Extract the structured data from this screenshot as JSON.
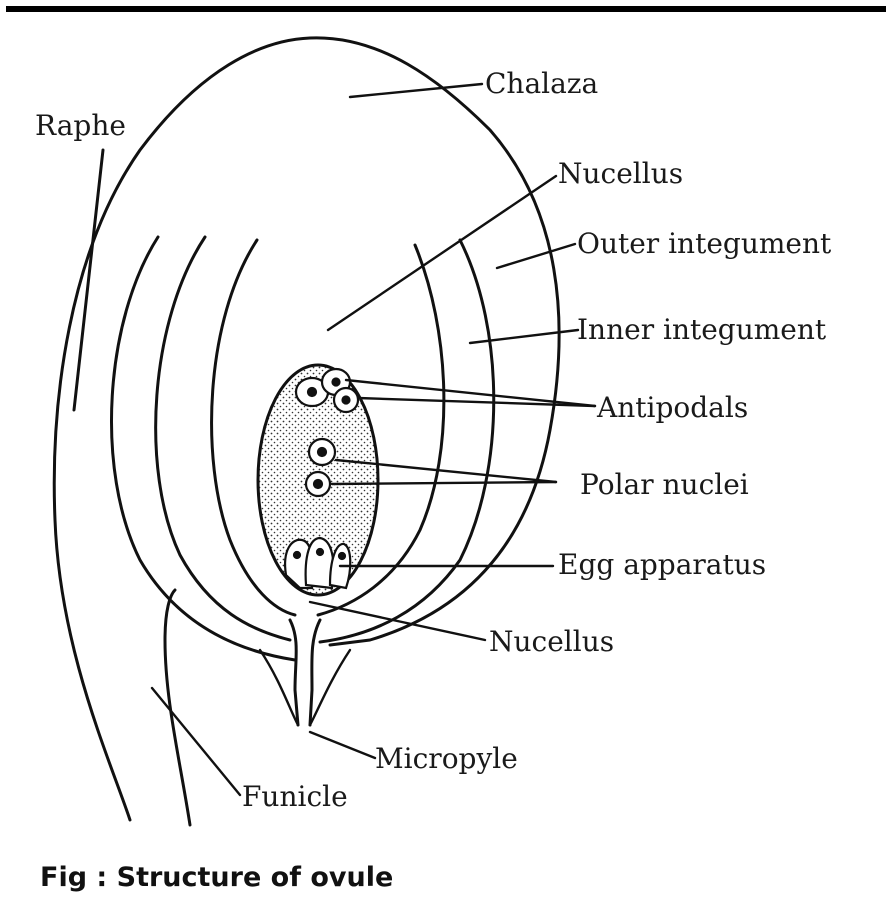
{
  "labels": {
    "chalaza": "Chalaza",
    "raphe": "Raphe",
    "nucellus_top": "Nucellus",
    "outer_integument": "Outer integument",
    "inner_integument": "Inner integument",
    "antipodals": "Antipodals",
    "polar_nuclei": "Polar nuclei",
    "egg_apparatus": "Egg apparatus",
    "nucellus_bottom": "Nucellus",
    "micropyle": "Micropyle",
    "funicle": "Funicle"
  },
  "caption": "Fig : Structure of ovule"
}
